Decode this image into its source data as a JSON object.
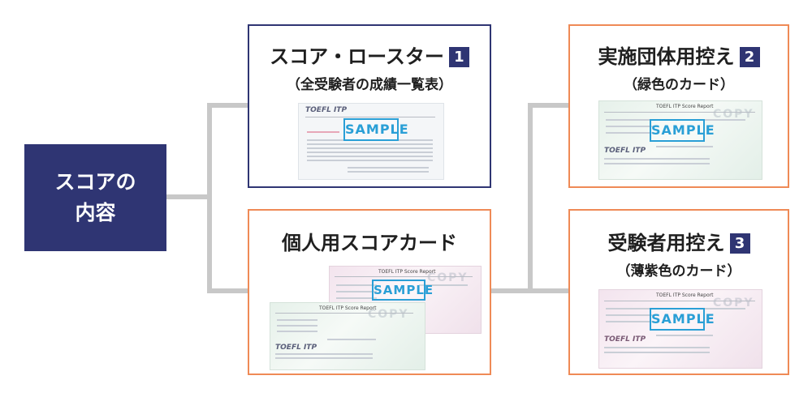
{
  "root": {
    "line1": "スコアの",
    "line2": "内容"
  },
  "roster": {
    "title": "スコア・ロースター",
    "number": "1",
    "subtitle": "（全受験者の成績一覧表）",
    "sample": "SAMPLE",
    "logo": "TOEFL ITP"
  },
  "personal": {
    "title": "個人用スコアカード",
    "sample": "SAMPLE",
    "logo": "TOEFL ITP",
    "card_header": "TOEFL ITP Score Report",
    "watermark": "COPY"
  },
  "institution": {
    "title": "実施団体用控え",
    "number": "2",
    "subtitle": "（緑色のカード）",
    "sample": "SAMPLE",
    "logo": "TOEFL ITP",
    "card_header": "TOEFL ITP Score Report",
    "watermark": "COPY"
  },
  "examinee": {
    "title": "受験者用控え",
    "number": "3",
    "subtitle": "（薄紫色のカード）",
    "sample": "SAMPLE",
    "logo": "TOEFL ITP",
    "card_header": "TOEFL ITP Score Report",
    "watermark": "COPY"
  },
  "colors": {
    "navy": "#2f3573",
    "orange": "#ef8a56",
    "sample_blue": "#2a9fd6",
    "connector": "#c8c8c8"
  }
}
